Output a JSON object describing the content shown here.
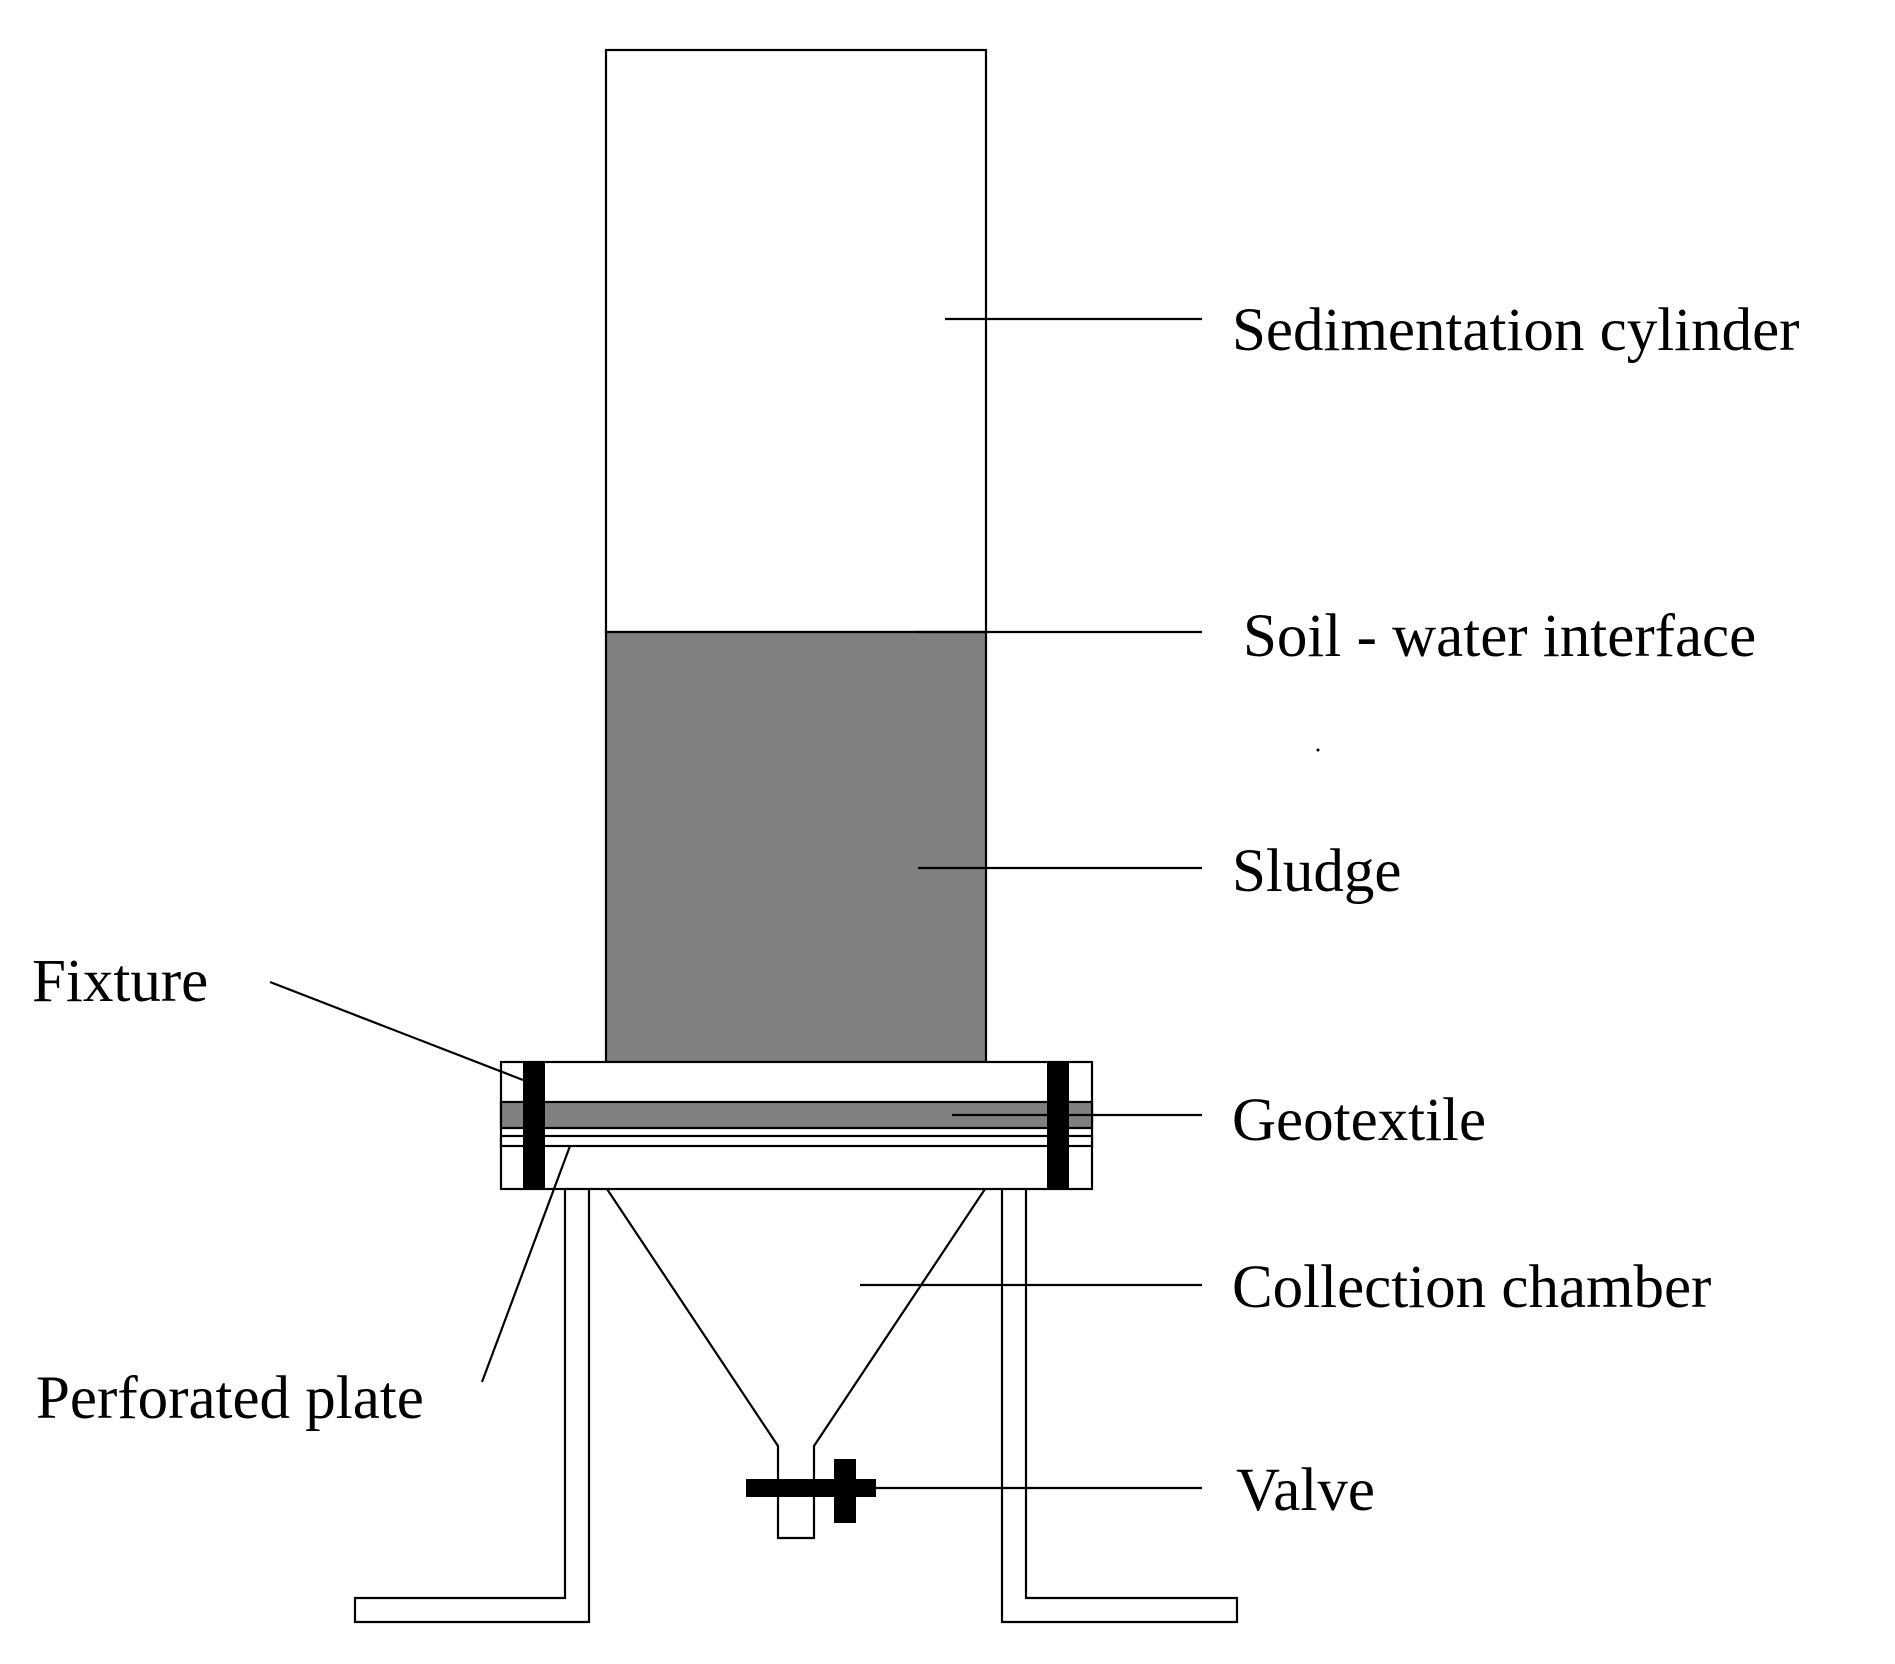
{
  "labels": {
    "sedimentation_cylinder": "Sedimentation cylinder",
    "soil_water_interface": "Soil - water interface",
    "sludge": "Sludge",
    "fixture": "Fixture",
    "geotextile": "Geotextile",
    "collection_chamber": "Collection chamber",
    "perforated_plate": "Perforated plate",
    "valve": "Valve"
  },
  "colors": {
    "sludge": "#808080",
    "geotextile": "#808080",
    "outline": "#000000",
    "background": "#ffffff"
  }
}
